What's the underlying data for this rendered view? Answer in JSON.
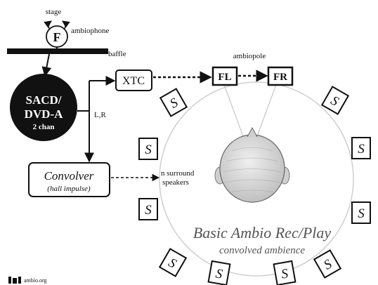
{
  "labels": {
    "stage": "stage",
    "ambiophone": "ambiophone",
    "baffle": "baffle",
    "mic_letter": "F",
    "source_line1": "SACD/",
    "source_line2": "DVD-A",
    "source_line3": "2 chan",
    "lr": "L,R",
    "xtc": "XTC",
    "ambiopole": "ambiopole",
    "fl": "FL",
    "fr": "FR",
    "convolver": "Convolver",
    "convolver_sub": "(hall impulse)",
    "surround_line1": "n surround",
    "surround_line2": "speakers",
    "speaker_letter": "S",
    "main_title": "Basic Ambio Rec/Play",
    "subtitle": "convolved ambience",
    "logo_text": "ambio.org"
  },
  "speaker_count": 10,
  "colors": {
    "ink": "#111111",
    "circle": "#cfcfcf",
    "head_fill": "#d9d9d9",
    "title": "#555555"
  }
}
